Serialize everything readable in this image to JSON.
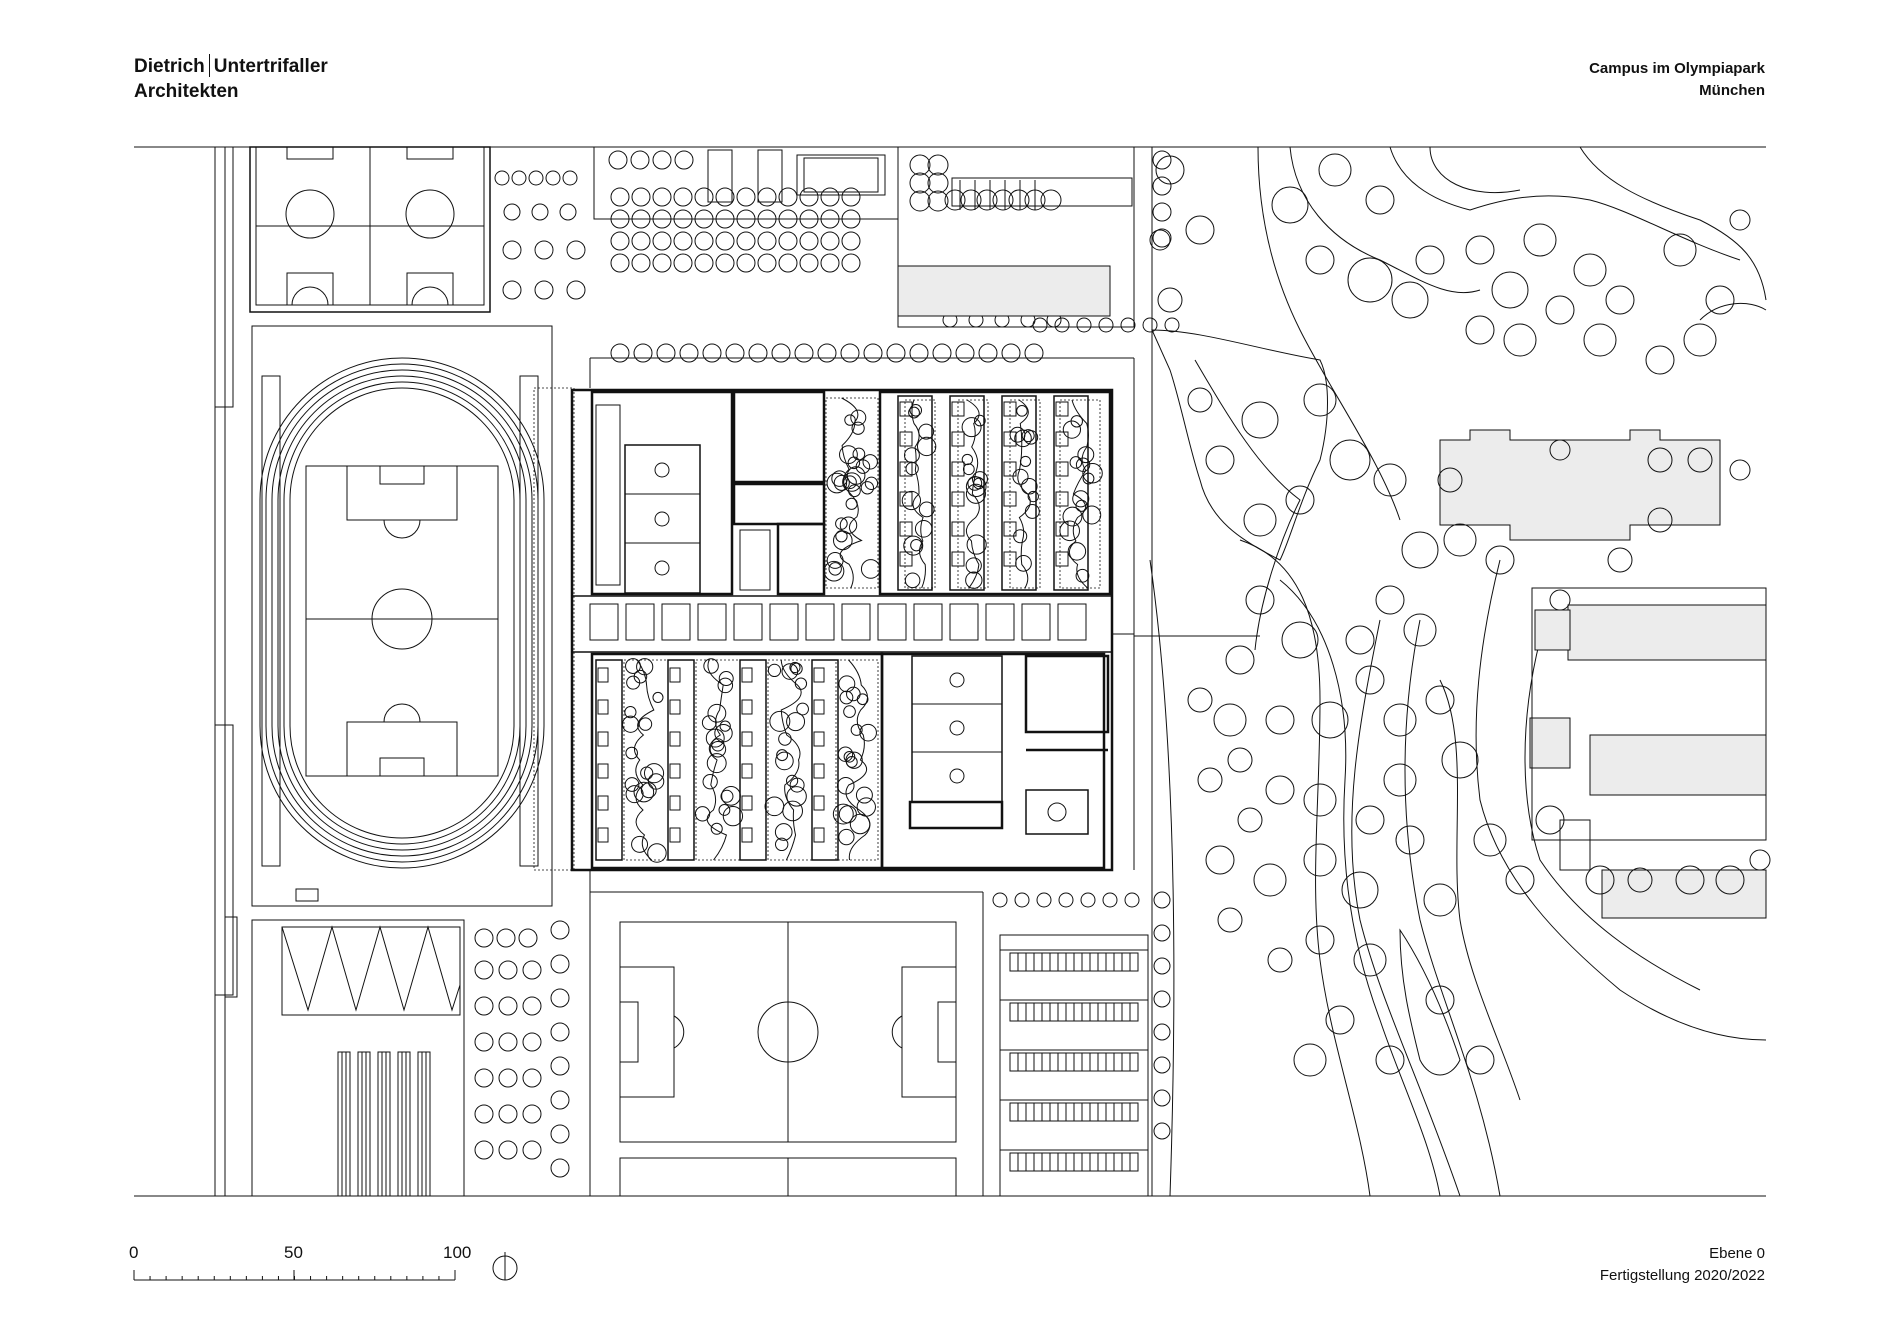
{
  "header": {
    "firm_name_1": "Dietrich",
    "firm_name_2": "Untertrifaller",
    "firm_name_3": "Architekten",
    "project_title": "Campus im Olympiapark",
    "project_city": "München"
  },
  "footer": {
    "level": "Ebene 0",
    "completion": "Fertigstellung 2020/2022"
  },
  "scale_bar": {
    "labels": [
      "0",
      "50",
      "100"
    ]
  },
  "colors": {
    "line": "#111111",
    "building_fill": "#ececec",
    "background": "#ffffff"
  },
  "icons": {
    "north": "north-arrow-icon"
  }
}
